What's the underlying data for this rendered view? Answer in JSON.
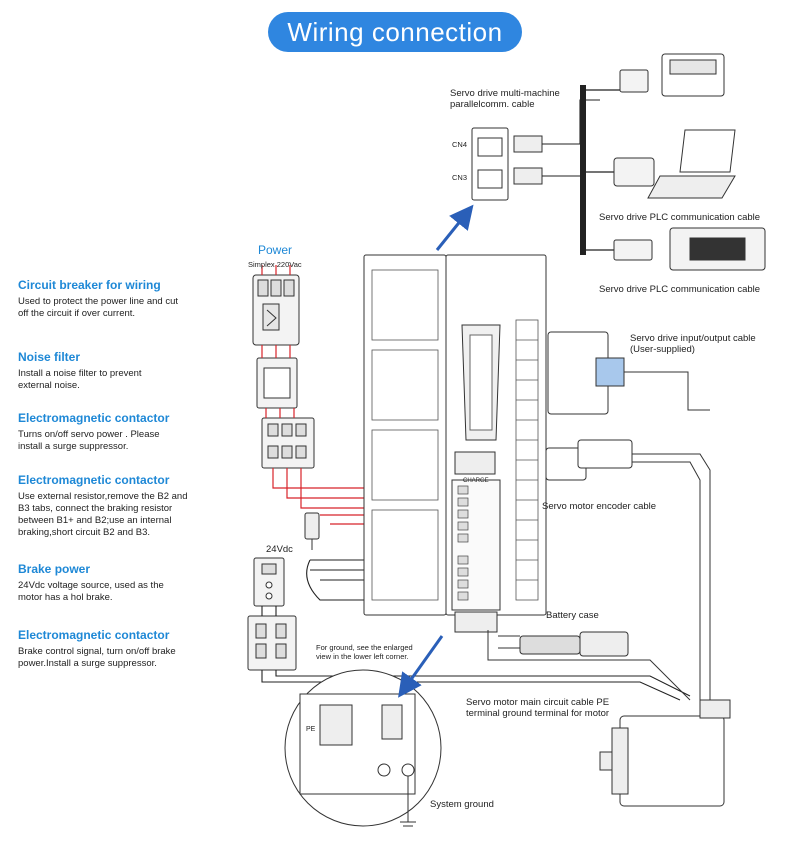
{
  "title": "Wiring connection",
  "side_items": [
    {
      "heading": "Circuit breaker for wiring",
      "text": "Used to protect the power line and cut off the circuit if over current."
    },
    {
      "heading": "Noise filter",
      "text": "Install a noise filter to prevent external noise."
    },
    {
      "heading": "Electromagnetic contactor",
      "text": "Turns on/off servo power . Please install a surge suppressor."
    },
    {
      "heading": "Electromagnetic contactor",
      "text": "Use external resistor,remove the B2 and B3 tabs, connect the braking resistor between B1+ and B2;use an internal braking,short circuit B2 and B3."
    },
    {
      "heading": "Brake power",
      "text": "24Vdc voltage source, used as the motor has a hol brake."
    },
    {
      "heading": "Electromagnetic contactor",
      "text": "Brake control signal, turn on/off brake power.Install a surge suppressor."
    }
  ],
  "labels": {
    "power": "Power",
    "simplex": "Simplex 220Vac",
    "vdc24": "24Vdc",
    "multi_machine": "Servo drive multi-machine parallelcomm. cable",
    "cn4": "CN4",
    "cn3": "CN3",
    "plc1": "Servo drive PLC communication cable",
    "plc2": "Servo drive PLC communication cable",
    "io_cable": "Servo drive input/output cable (User-supplied)",
    "encoder": "Servo motor encoder cable",
    "battery": "Battery case",
    "ground_note": "For ground, see the enlarged view in the lower left corner.",
    "main_cable": "Servo motor main circuit cable PE terminal ground terminal for motor",
    "system_ground": "System ground",
    "charge": "CHARGE",
    "pe": "PE"
  },
  "colors": {
    "accent": "#2f86e0",
    "heading": "#1e88d6",
    "wire_red": "#d8232a",
    "wire_dark": "#222222",
    "arrow": "#2a5fb8"
  }
}
